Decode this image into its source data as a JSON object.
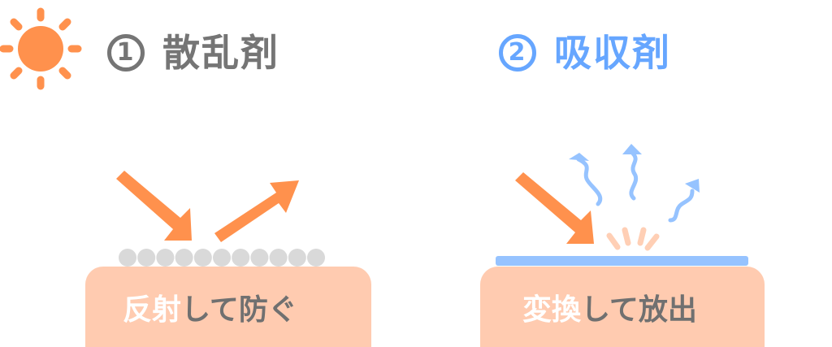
{
  "colors": {
    "orange": "#ff914d",
    "gray_text": "#757575",
    "blue_title": "#66a6ff",
    "blue_light": "#96c3ff",
    "skin": "#ffcbb0",
    "particle": "#d9d9d9",
    "spark": "#ffcfb5"
  },
  "left": {
    "icon": "sun-icon",
    "number": "1",
    "title": "散乱剤",
    "label_highlight": "反射",
    "label_rest": "して防ぐ",
    "particle_count": 11
  },
  "right": {
    "number": "2",
    "title": "吸収剤",
    "label_highlight": "変換",
    "label_rest": "して放出"
  }
}
